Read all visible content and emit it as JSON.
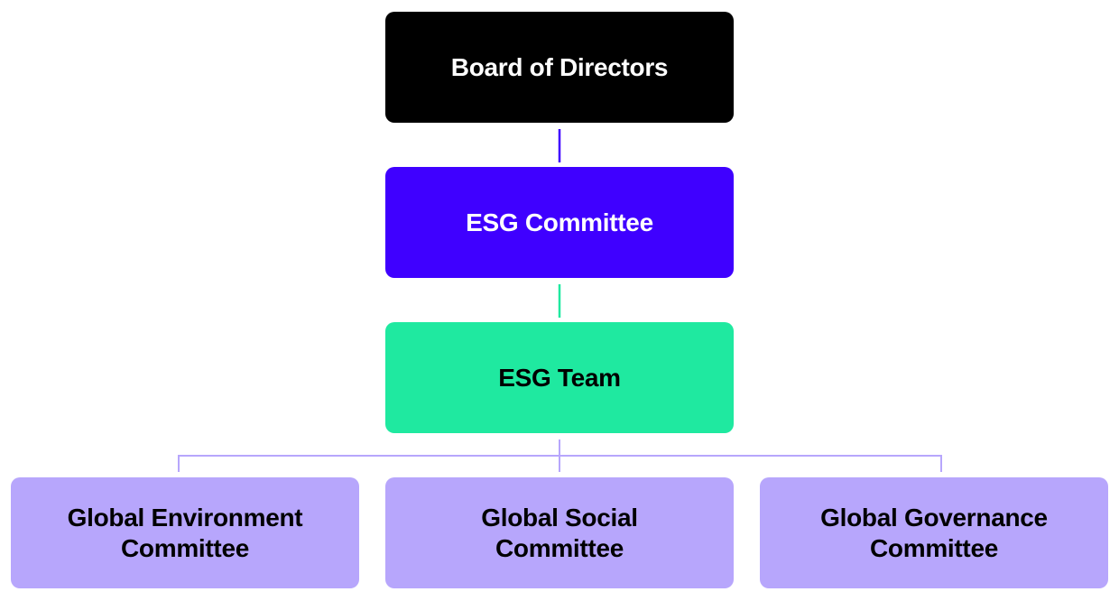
{
  "colors": {
    "board_fill": "#000000",
    "board_text": "#ffffff",
    "committee_fill": "#3f00ff",
    "committee_text": "#ffffff",
    "team_fill": "#1fe9a0",
    "team_text": "#000000",
    "sub_fill": "#b7a6fc",
    "sub_text": "#000000",
    "line_board_committee": "#3f00ff",
    "line_committee_team": "#1fe9a0",
    "line_team_subs": "#b7a6fc"
  },
  "nodes": {
    "board": {
      "label": "Board of Directors"
    },
    "esg_committee": {
      "label": "ESG Committee"
    },
    "esg_team": {
      "label": "ESG Team"
    },
    "environment": {
      "line1": "Global Environment",
      "line2": "Committee"
    },
    "social": {
      "line1": "Global Social",
      "line2": "Committee"
    },
    "governance": {
      "line1": "Global Governance",
      "line2": "Committee"
    }
  }
}
